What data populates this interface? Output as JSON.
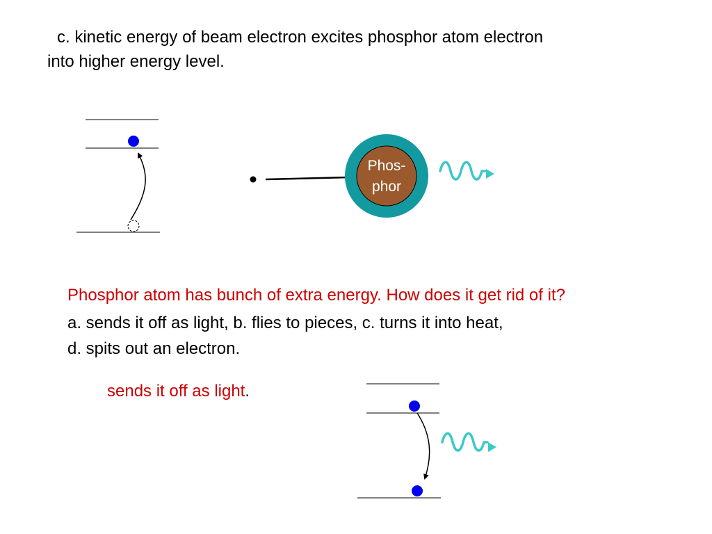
{
  "heading": {
    "line1": "c. kinetic energy of beam electron excites phosphor atom electron",
    "line2": "into higher energy level."
  },
  "atom": {
    "label_line1": "Phos-",
    "label_line2": "phor"
  },
  "question": "Phosphor atom has bunch of extra energy. How does it get rid of it?",
  "options": {
    "line1": "a.  sends it off as light, b. flies to pieces, c. turns it into heat,",
    "line2": "d. spits out an electron."
  },
  "answer": {
    "text": "sends it off as light",
    "period": "."
  },
  "colors": {
    "electron": "#0000ee",
    "atom_shell": "#139aa0",
    "atom_core": "#9a5a2e",
    "photon_wave": "#3cc8c8",
    "answer_text": "#cc0000"
  }
}
